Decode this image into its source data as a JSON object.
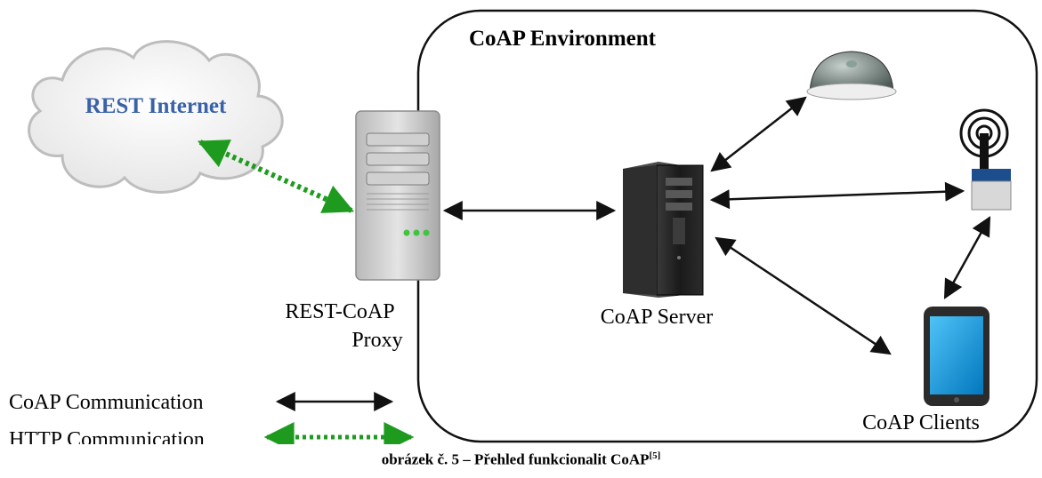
{
  "environment": {
    "title": "CoAP Environment"
  },
  "cloud": {
    "label": "REST Internet"
  },
  "proxy": {
    "label_line1": "REST-CoAP",
    "label_line2": "Proxy"
  },
  "server": {
    "label": "CoAP Server"
  },
  "clients": {
    "label": "CoAP Clients"
  },
  "legend": {
    "coap": {
      "label": "CoAP Communication"
    },
    "http": {
      "label": "HTTP Communication"
    }
  },
  "caption": {
    "text": "obrázek č. 5 – Přehled funkcionalit CoAP",
    "ref": "[5]"
  },
  "colors": {
    "coap_arrow": "#111111",
    "http_arrow": "#1e9b1e",
    "cloud_label": "#3a62a8"
  }
}
